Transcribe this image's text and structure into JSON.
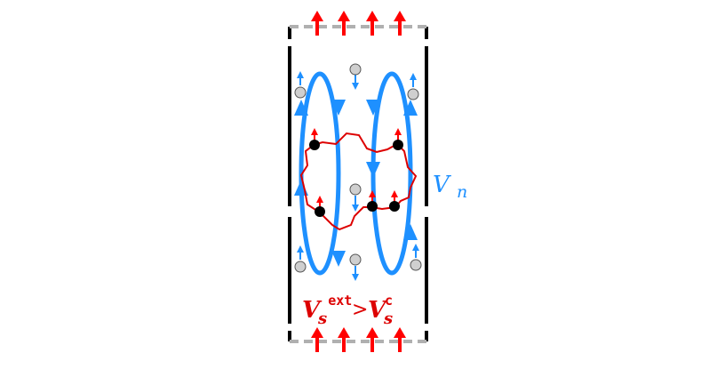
{
  "colors": {
    "wall": "#000000",
    "dashed_boundary": "#b0b0b0",
    "flow_arrow": "#ff0000",
    "vortex_ring": "#1e90ff",
    "vortex_line": "#dd0000",
    "normal_particle": "#cfcfcf",
    "vortex_particle": "#000000",
    "normal_velocity": "#1e90ff",
    "superfluid_velocity": "#ff0000"
  },
  "labels": {
    "normal_velocity": {
      "base": "V",
      "sub": "n"
    },
    "superfluid_inequality": {
      "left_base": "V",
      "left_sub": "s",
      "left_sup": "ext",
      "operator": ">",
      "right_base": "V",
      "right_sub": "s",
      "right_sup": "c"
    }
  },
  "icons": {
    "flow_arrow": "up-arrow-icon",
    "normal_particle": "grey-circle-icon",
    "vortex_particle": "black-dot-icon",
    "vortex_ring": "elliptical-loop-arrow-icon"
  }
}
